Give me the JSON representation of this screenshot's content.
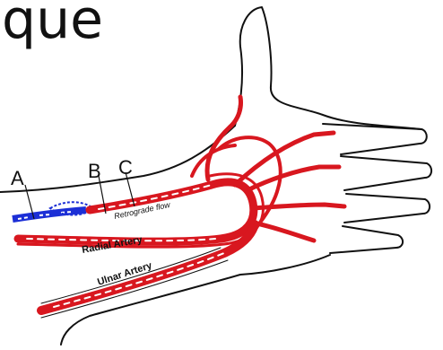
{
  "slide": {
    "title_fragment": "que"
  },
  "diagram": {
    "labels": {
      "a": "A",
      "b": "B",
      "c": "C",
      "radial": "Radial Artery",
      "ulnar": "Ulnar Artery",
      "retrograde": "Retrograde flow"
    },
    "colors": {
      "artery": "#d8171f",
      "vein_or_blocked": "#1c2fd6",
      "outline": "#111111"
    }
  }
}
